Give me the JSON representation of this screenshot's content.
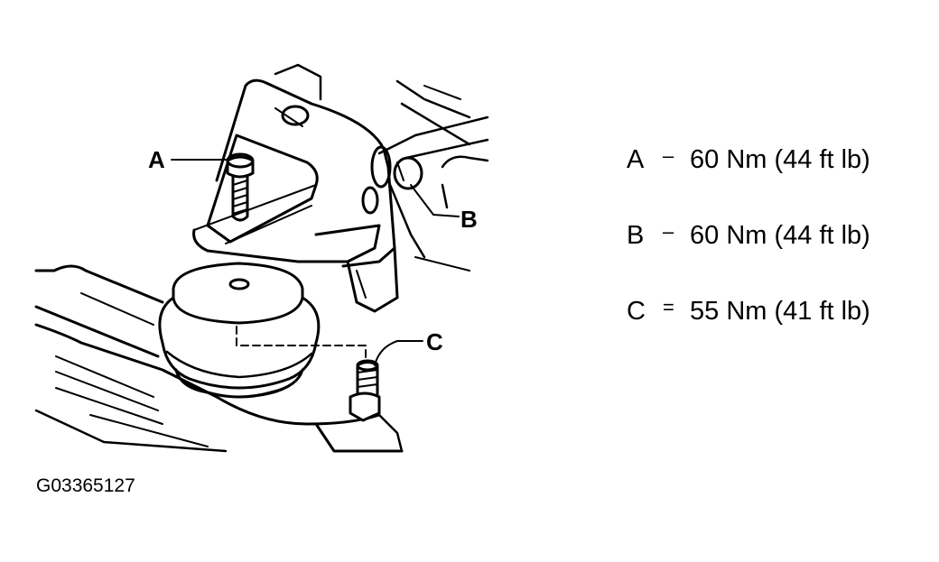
{
  "callouts": {
    "a": "A",
    "b": "B",
    "c": "C"
  },
  "specs": [
    {
      "letter": "A",
      "sign": "–",
      "value": "60 Nm (44 ft lb)"
    },
    {
      "letter": "B",
      "sign": "–",
      "value": "60 Nm (44 ft lb)"
    },
    {
      "letter": "C",
      "sign": "=",
      "value": "55 Nm (41 ft lb)"
    }
  ],
  "figure_id": "G03365127"
}
